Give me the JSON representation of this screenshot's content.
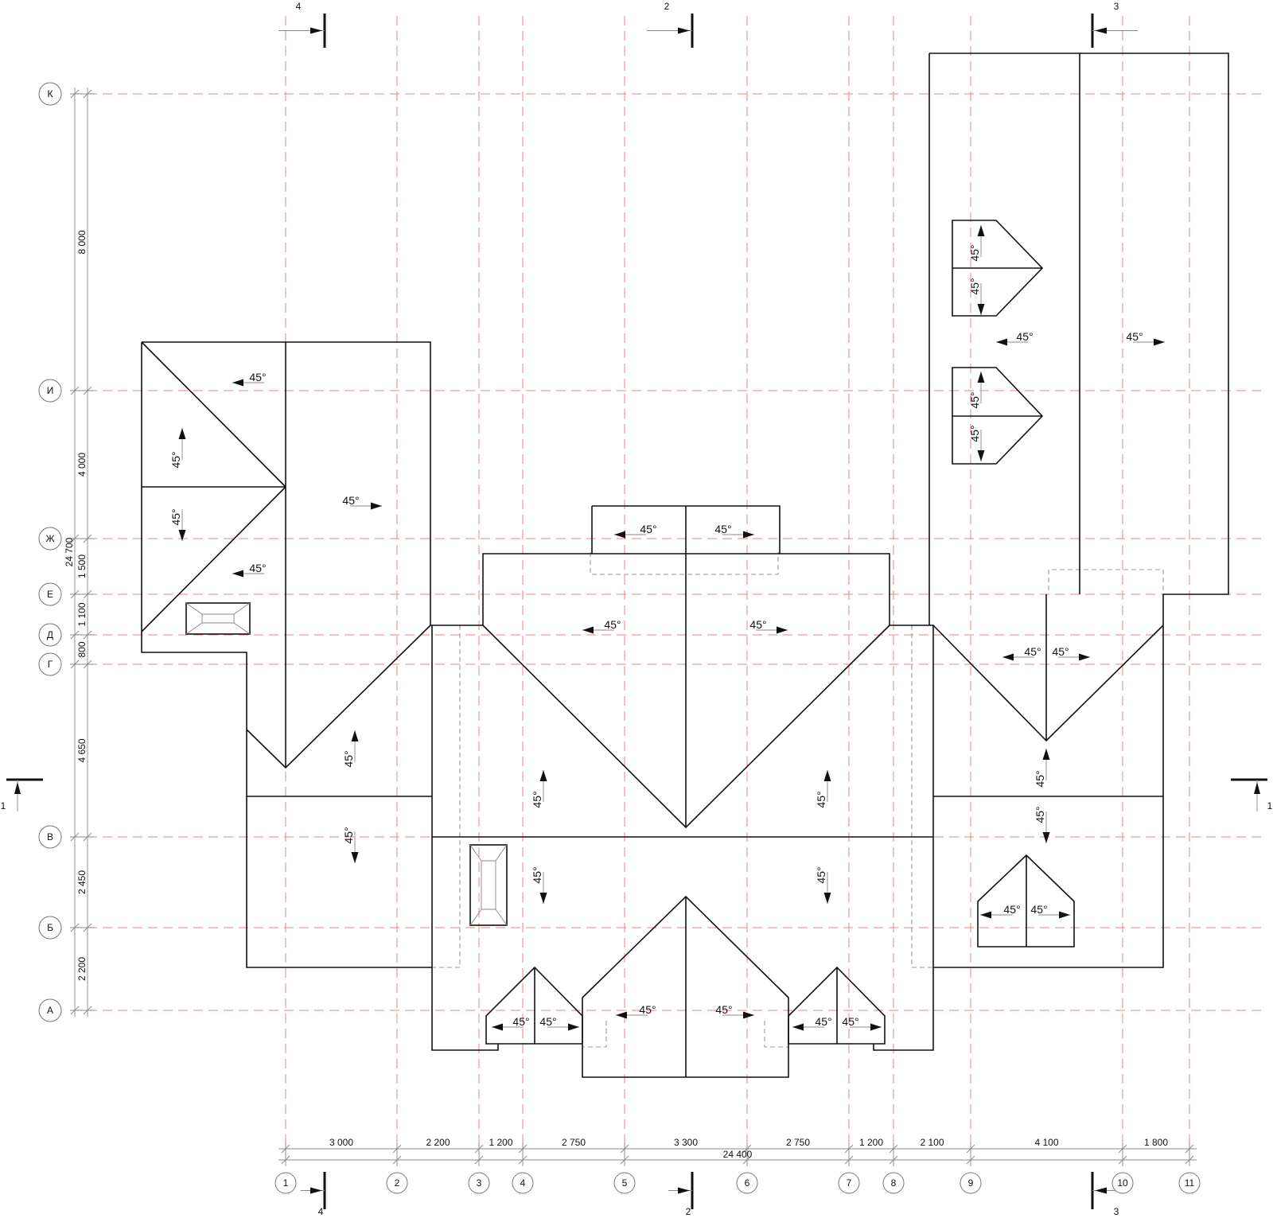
{
  "columns": {
    "labels": [
      "1",
      "2",
      "3",
      "4",
      "5",
      "6",
      "7",
      "8",
      "9",
      "10",
      "11"
    ],
    "spacings": [
      "3 000",
      "2 200",
      "1 200",
      "2 750",
      "3 300",
      "2 750",
      "1 200",
      "2 100",
      "4 100",
      "1 800"
    ],
    "total": "24 400"
  },
  "rows": {
    "labels": [
      "К",
      "И",
      "Ж",
      "Е",
      "Д",
      "Г",
      "В",
      "Б",
      "А"
    ],
    "spacings": [
      "8 000",
      "4 000",
      "1 500",
      "1 100",
      "800",
      "4 650",
      "2 450",
      "2 200"
    ],
    "total": "24 700"
  },
  "sections": {
    "s1": "1",
    "s2": "2",
    "s3": "3",
    "s4": "4"
  },
  "slope_label": "45°",
  "colors": {
    "axis": "#f08080",
    "outline": "#111111",
    "hidden": "#9a9a9a"
  }
}
